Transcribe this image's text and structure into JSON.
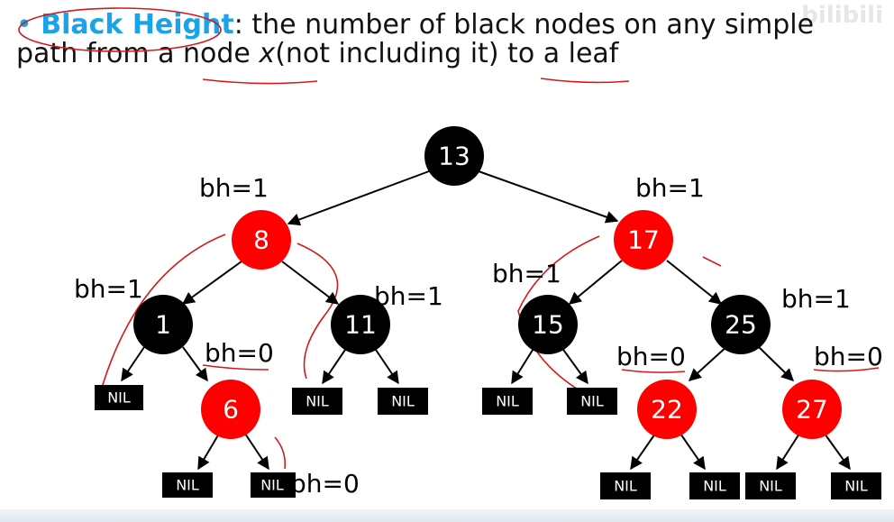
{
  "definition": {
    "bullet": "•",
    "term": "Black Height",
    "colon": ":",
    "text_1": " the number of black nodes on any simple",
    "text_2": "path from a node ",
    "variable": "x",
    "text_3": "(not including it) to a leaf"
  },
  "watermark": "bilibili",
  "colors": {
    "black_node": "#000000",
    "red_node": "#ff0000",
    "accent": "#1aa3e8",
    "annotation": "#d11b1b"
  },
  "tree": {
    "nodes": [
      {
        "key": "13",
        "color": "black"
      },
      {
        "key": "8",
        "color": "red"
      },
      {
        "key": "17",
        "color": "red"
      },
      {
        "key": "1",
        "color": "black"
      },
      {
        "key": "11",
        "color": "black"
      },
      {
        "key": "15",
        "color": "black"
      },
      {
        "key": "25",
        "color": "black"
      },
      {
        "key": "6",
        "color": "red"
      },
      {
        "key": "22",
        "color": "red"
      },
      {
        "key": "27",
        "color": "red"
      }
    ],
    "nil_label": "NIL",
    "edges": [
      [
        "13",
        "8"
      ],
      [
        "13",
        "17"
      ],
      [
        "8",
        "1"
      ],
      [
        "8",
        "11"
      ],
      [
        "17",
        "15"
      ],
      [
        "17",
        "25"
      ],
      [
        "1",
        "nil-1a"
      ],
      [
        "1",
        "6"
      ],
      [
        "6",
        "nil-6a"
      ],
      [
        "6",
        "nil-6b"
      ],
      [
        "11",
        "nil-11a"
      ],
      [
        "11",
        "nil-11b"
      ],
      [
        "15",
        "nil-15a"
      ],
      [
        "15",
        "nil-15b"
      ],
      [
        "25",
        "22"
      ],
      [
        "25",
        "27"
      ],
      [
        "22",
        "nil-22a"
      ],
      [
        "22",
        "nil-22b"
      ],
      [
        "27",
        "nil-27a"
      ],
      [
        "27",
        "nil-27b"
      ]
    ],
    "black_height_labels": {
      "bh_8": "bh=1",
      "bh_17": "bh=1",
      "bh_1": "bh=1",
      "bh_11": "bh=1",
      "bh_15": "bh=1",
      "bh_25": "bh=1",
      "bh_6": "bh=0",
      "bh_22": "bh=0",
      "bh_27": "bh=0",
      "bh_nil": "bh=0"
    }
  }
}
